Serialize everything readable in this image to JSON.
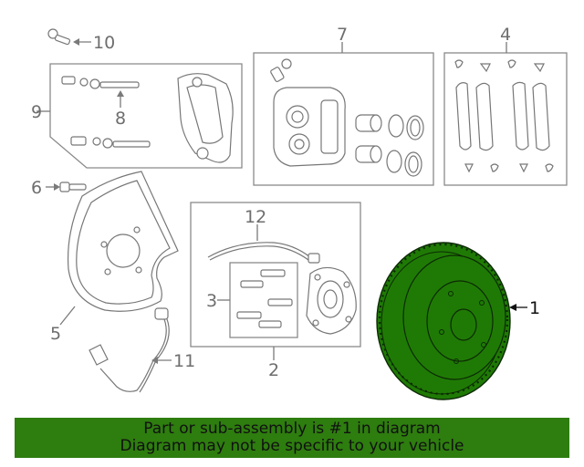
{
  "callouts": {
    "c1": "1",
    "c2": "2",
    "c3": "3",
    "c4": "4",
    "c5": "5",
    "c6": "6",
    "c7": "7",
    "c8": "8",
    "c9": "9",
    "c10": "10",
    "c11": "11",
    "c12": "12"
  },
  "banner": {
    "line1": "Part or sub-assembly is #1 in diagram",
    "line2": "Diagram may not be specific to your vehicle"
  },
  "colors": {
    "highlight": "#1f7a05",
    "banner_bg": "#2e7d0f",
    "line": "#7a7a7a"
  }
}
